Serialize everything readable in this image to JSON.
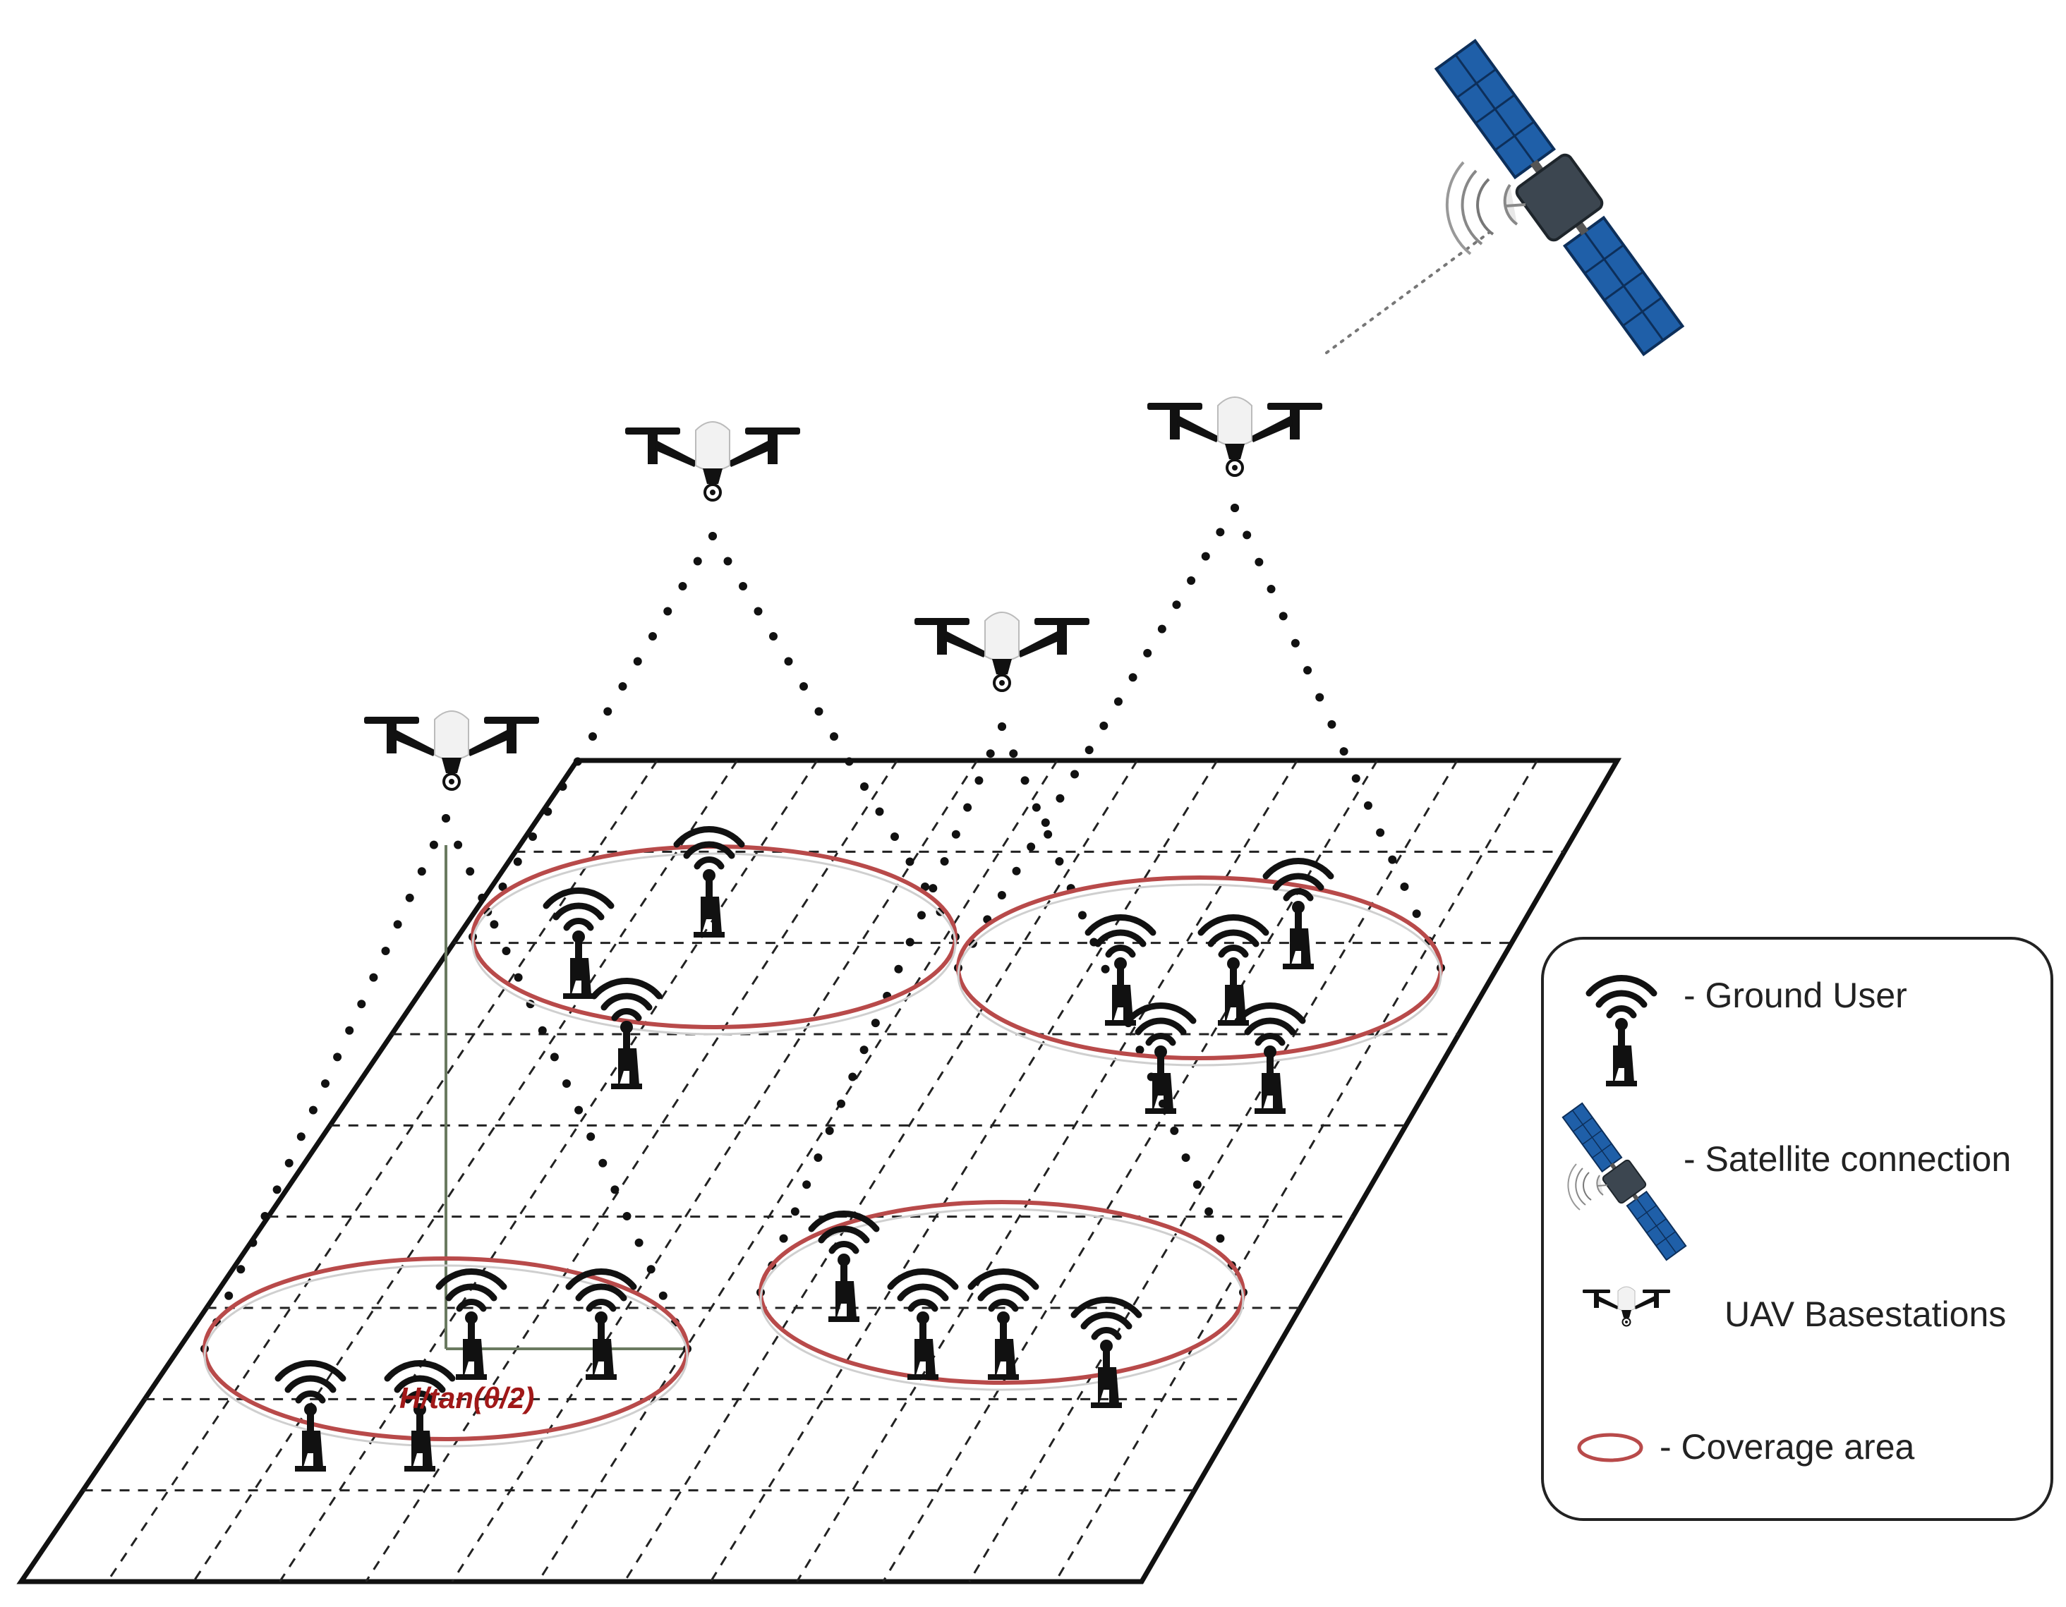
{
  "diagram": {
    "annotation": "H/tan(θ/2)",
    "legend": {
      "items": [
        {
          "icon": "ground-user-icon",
          "label": "- Ground User"
        },
        {
          "icon": "satellite-icon",
          "label": "- Satellite connection"
        },
        {
          "icon": "uav-icon",
          "label": "UAV Basestations"
        },
        {
          "icon": "coverage-ellipse-icon",
          "label": "- Coverage area"
        }
      ]
    },
    "colors": {
      "coverage": "#b84a4a",
      "solar_panel": "#1f5fa8",
      "satellite_body": "#3c4650",
      "formula": "#a01818",
      "ink": "#111111"
    }
  }
}
